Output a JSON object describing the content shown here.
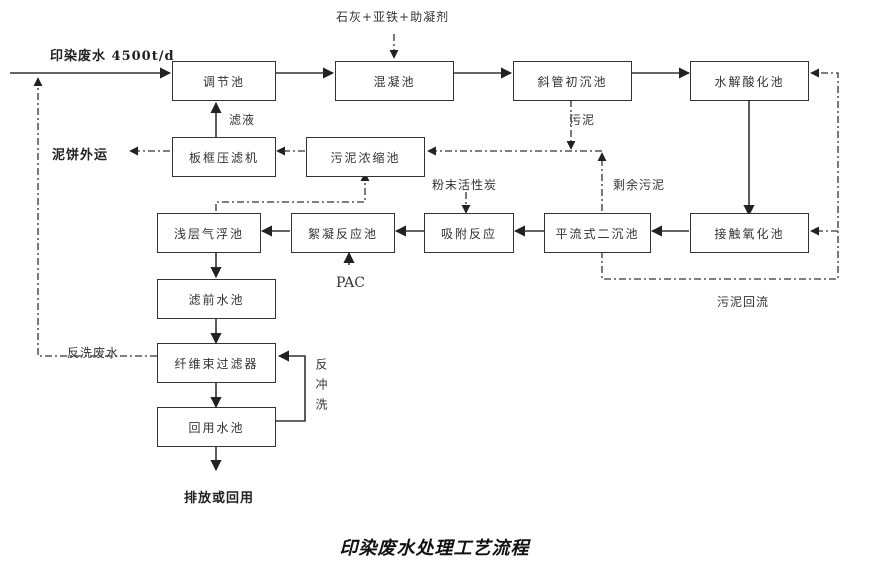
{
  "title": "印染废水处理工艺流程",
  "labels": {
    "influent": "印染废水 4500t/d",
    "chemicals": "石灰+亚铁+助凝剂",
    "filtrate": "滤液",
    "sludge_cake": "泥饼外运",
    "sludge": "污泥",
    "powdered_carbon": "粉末活性炭",
    "excess_sludge": "剩余污泥",
    "pac": "PAC",
    "sludge_return": "污泥回流",
    "backwash_wastewater": "反洗废水",
    "backwash": "反冲洗",
    "discharge": "排放或回用"
  },
  "units": {
    "regulating_tank": "调节池",
    "coagulation_tank": "混凝池",
    "inclined_tube_primary_settler": "斜管初沉池",
    "hydrolysis_acidification_tank": "水解酸化池",
    "plate_frame_filter_press": "板框压滤机",
    "sludge_thickener": "污泥浓缩池",
    "contact_oxidation_tank": "接触氧化池",
    "horizontal_secondary_settler": "平流式二沉池",
    "adsorption_reaction": "吸附反应",
    "flocculation_reaction_tank": "絮凝反应池",
    "shallow_air_flotation": "浅层气浮池",
    "pre_filter_tank": "滤前水池",
    "fiber_bundle_filter": "纤维束过滤器",
    "reuse_water_tank": "回用水池"
  }
}
